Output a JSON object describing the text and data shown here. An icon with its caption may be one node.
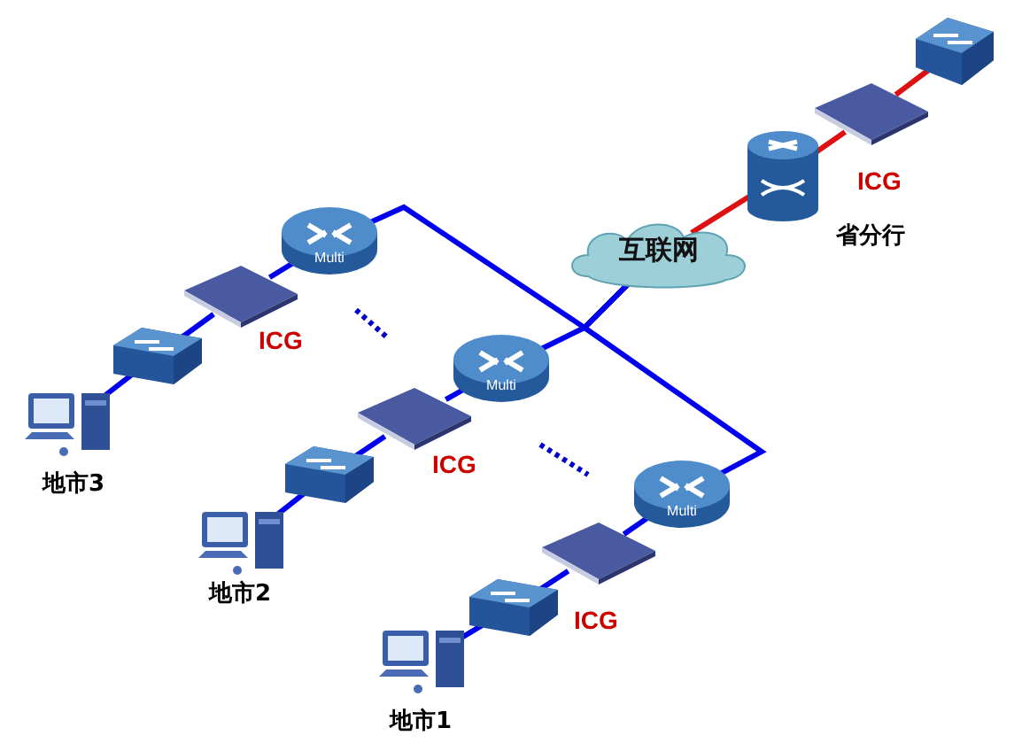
{
  "diagram": {
    "nodes": [
      {
        "text": [],
        "shape": "picture",
        "beside": [
          "地市3"
        ]
      },
      {
        "text": [],
        "shape": "picture"
      },
      {
        "text": [],
        "shape": "box",
        "beside": [
          "ICG"
        ]
      },
      {
        "text": [
          "Multi"
        ]
      },
      {
        "text": [],
        "shape": "picture",
        "beside": [
          "地市2"
        ]
      },
      {
        "text": [],
        "shape": "picture"
      },
      {
        "text": [],
        "shape": "box",
        "beside": [
          "ICG"
        ]
      },
      {
        "text": [
          "Multi"
        ]
      },
      {
        "text": [],
        "shape": "picture",
        "beside": [
          "地市1"
        ]
      },
      {
        "text": [],
        "shape": "picture"
      },
      {
        "text": [],
        "shape": "box",
        "beside": [
          "ICG"
        ]
      },
      {
        "text": [
          "Multi"
        ]
      },
      {
        "text": [
          "互联网"
        ]
      },
      {
        "text": [],
        "shape": "picture",
        "beside": [
          "省分行"
        ]
      },
      {
        "text": [],
        "shape": "box",
        "beside": [
          "ICG"
        ]
      },
      {
        "text": [],
        "shape": "picture"
      }
    ],
    "edges": [
      {
        "from": 0,
        "to": 1,
        "arrow": "none"
      },
      {
        "from": 1,
        "to": 2,
        "arrow": "none"
      },
      {
        "from": 2,
        "to": 3,
        "arrow": "none"
      },
      {
        "from": 4,
        "to": 5,
        "arrow": "none"
      },
      {
        "from": 5,
        "to": 6,
        "arrow": "none"
      },
      {
        "from": 6,
        "to": 7,
        "arrow": "none"
      },
      {
        "from": 8,
        "to": 9,
        "arrow": "none"
      },
      {
        "from": 9,
        "to": 10,
        "arrow": "none"
      },
      {
        "from": 10,
        "to": 11,
        "arrow": "none"
      },
      {
        "from": 3,
        "to": 12,
        "arrow": "none"
      },
      {
        "from": 7,
        "to": 12,
        "arrow": "none"
      },
      {
        "from": 11,
        "to": 12,
        "arrow": "none"
      },
      {
        "from": 12,
        "to": 13,
        "arrow": "none",
        "color": "#dd1111"
      },
      {
        "from": 13,
        "to": 14,
        "arrow": "none",
        "color": "#dd1111"
      },
      {
        "from": 14,
        "to": 15,
        "arrow": "none",
        "color": "#dd1111"
      }
    ]
  }
}
